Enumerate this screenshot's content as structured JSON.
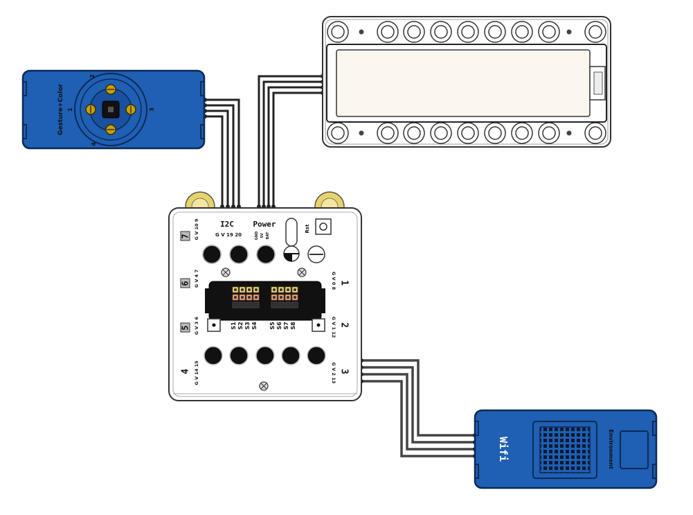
{
  "hub": {
    "i2c_label": "I2C",
    "i2c_pins": "G V 19 20",
    "power_label": "Power",
    "power_pins": [
      "GND",
      "5V",
      "BAT"
    ],
    "rst_label": "Rst",
    "ports": [
      {
        "num": "1",
        "pins": "G V 0 8"
      },
      {
        "num": "2",
        "pins": "G V 1 12"
      },
      {
        "num": "3",
        "pins": "G V 2 13"
      },
      {
        "num": "4",
        "pins": "G V 14 15"
      },
      {
        "num": "5",
        "pins": "G V 3 6"
      },
      {
        "num": "6",
        "pins": "G V 4 7"
      },
      {
        "num": "7",
        "pins": "G V 10 9"
      }
    ],
    "servo_labels": [
      "S1",
      "S2",
      "S3",
      "S4",
      "S5",
      "S6",
      "S7",
      "S8"
    ]
  },
  "gesture_module": {
    "label": "Gesture+Color",
    "numbers": [
      "1",
      "2",
      "3",
      "4"
    ]
  },
  "wifi_module": {
    "wifi_label": "Wifi",
    "env_label": "Environment"
  },
  "colors": {
    "module_blue": "#1f5fb4",
    "module_dark": "#0b2a55",
    "brass": "#c8a10a",
    "wire": "#222222",
    "header_yellow": "#f3e19a",
    "header_red": "#f2a0a0"
  }
}
